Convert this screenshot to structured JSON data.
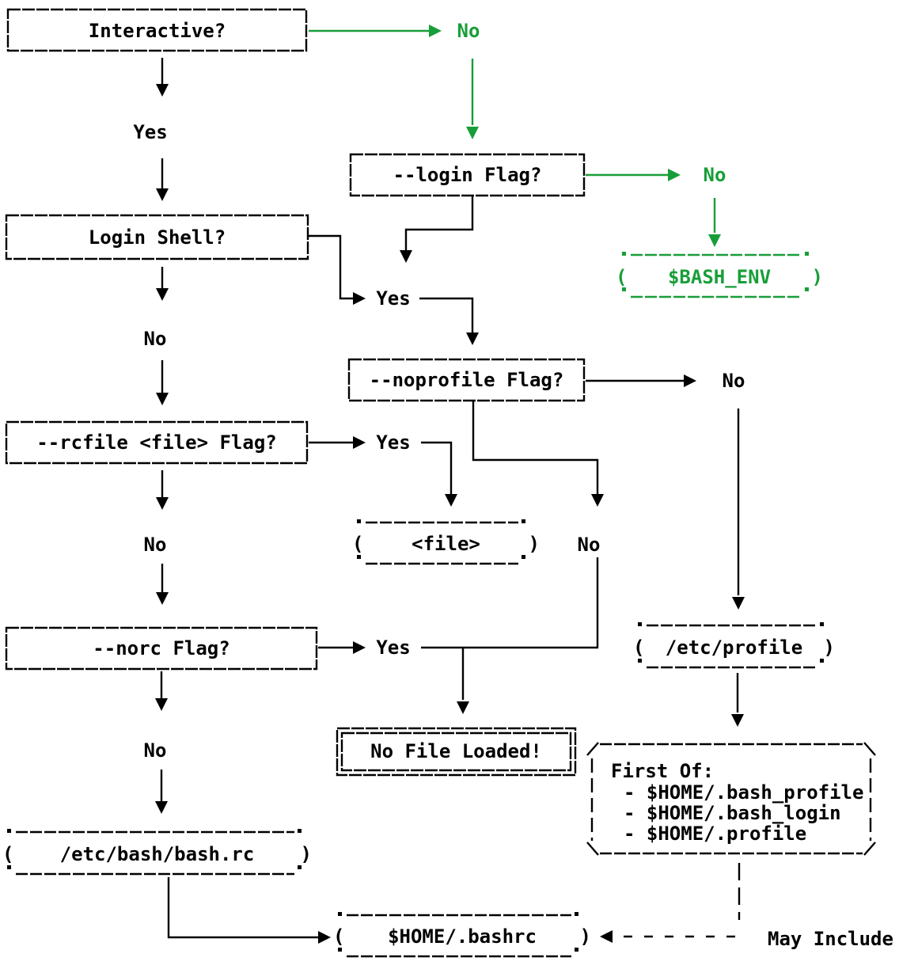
{
  "colors": {
    "line": "#000000",
    "accent_green": "#189e38",
    "background": "#ffffff"
  },
  "glyphs": {
    "open_paren": "(",
    "close_paren": ")"
  },
  "nodes": {
    "interactive": {
      "label": "Interactive?"
    },
    "login_flag": {
      "label": "--login Flag?"
    },
    "login_shell": {
      "label": "Login Shell?"
    },
    "bash_env": {
      "label": "$BASH_ENV"
    },
    "noprofile": {
      "label": "--noprofile Flag?"
    },
    "rcfile": {
      "label": "--rcfile <file> Flag?"
    },
    "file": {
      "label": "<file>"
    },
    "etc_profile": {
      "label": "/etc/profile"
    },
    "norc": {
      "label": "--norc Flag?"
    },
    "no_file_loaded": {
      "label": "No File Loaded!"
    },
    "first_of": {
      "title": "First Of:",
      "items": [
        "- $HOME/.bash_profile",
        "- $HOME/.bash_login",
        "- $HOME/.profile"
      ]
    },
    "etc_bash_rc": {
      "label": "/etc/bash/bash.rc"
    },
    "home_bashrc": {
      "label": "$HOME/.bashrc"
    }
  },
  "labels": {
    "interactive_no": "No",
    "interactive_yes": "Yes",
    "login_flag_no": "No",
    "login_shell_yes": "Yes",
    "login_shell_no": "No",
    "noprofile_no": "No",
    "noprofile_merge_no": "No",
    "rcfile_yes": "Yes",
    "rcfile_no": "No",
    "norc_yes": "Yes",
    "norc_no": "No",
    "may_include": "May Include"
  }
}
